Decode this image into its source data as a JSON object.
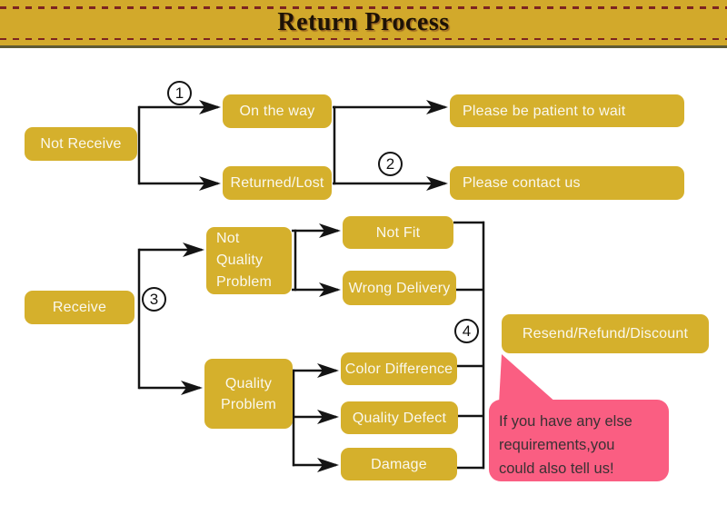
{
  "header": {
    "title": "Return Process"
  },
  "flowchart": {
    "nodes": {
      "not_receive": {
        "label": "Not Receive"
      },
      "on_the_way": {
        "label": "On the way"
      },
      "returned_lost": {
        "label": "Returned/Lost"
      },
      "please_wait": {
        "label": "Please be patient to wait"
      },
      "please_contact": {
        "label": "Please contact us"
      },
      "receive": {
        "label": "Receive"
      },
      "not_quality_problem": {
        "label": "Not Quality Problem"
      },
      "quality_problem": {
        "label": "Quality Problem"
      },
      "not_fit": {
        "label": "Not Fit"
      },
      "wrong_delivery": {
        "label": "Wrong Delivery"
      },
      "color_difference": {
        "label": "Color Difference"
      },
      "quality_defect": {
        "label": "Quality Defect"
      },
      "damage": {
        "label": "Damage"
      },
      "resend": {
        "label": "Resend/Refund/Discount"
      }
    },
    "steps": {
      "one": "1",
      "two": "2",
      "three": "3",
      "four": "4"
    },
    "bubble": {
      "line1": "If you have any else",
      "line2": "requirements,you",
      "line3": "could also tell us!"
    },
    "edges": [
      {
        "from": "Not Receive",
        "to": "On the way",
        "step": "1"
      },
      {
        "from": "Not Receive",
        "to": "Returned/Lost"
      },
      {
        "from": "On the way",
        "to": "Please be patient to wait"
      },
      {
        "from": "Returned/Lost",
        "to": "Please contact us",
        "step": "2"
      },
      {
        "from": "Receive",
        "to": "Not Quality Problem",
        "step": "3"
      },
      {
        "from": "Receive",
        "to": "Quality Problem"
      },
      {
        "from": "Not Quality Problem",
        "to": "Not Fit"
      },
      {
        "from": "Not Quality Problem",
        "to": "Wrong Delivery"
      },
      {
        "from": "Quality Problem",
        "to": "Color Difference"
      },
      {
        "from": "Quality Problem",
        "to": "Quality Defect"
      },
      {
        "from": "Quality Problem",
        "to": "Damage"
      },
      {
        "from": "Not Fit / Wrong Delivery / Color Difference / Quality Defect / Damage",
        "to": "Resend/Refund/Discount",
        "step": "4"
      }
    ]
  },
  "colors": {
    "gold": "#d5b02c",
    "header_gold": "#d2a92b",
    "dash_red": "#7c2421",
    "olive_border": "#5e5a34",
    "ink": "#141414",
    "pink": "#fa5e82",
    "node_text": "#faf8ee",
    "bubble_text": "#3a3134",
    "title_ink": "#1d1206"
  }
}
